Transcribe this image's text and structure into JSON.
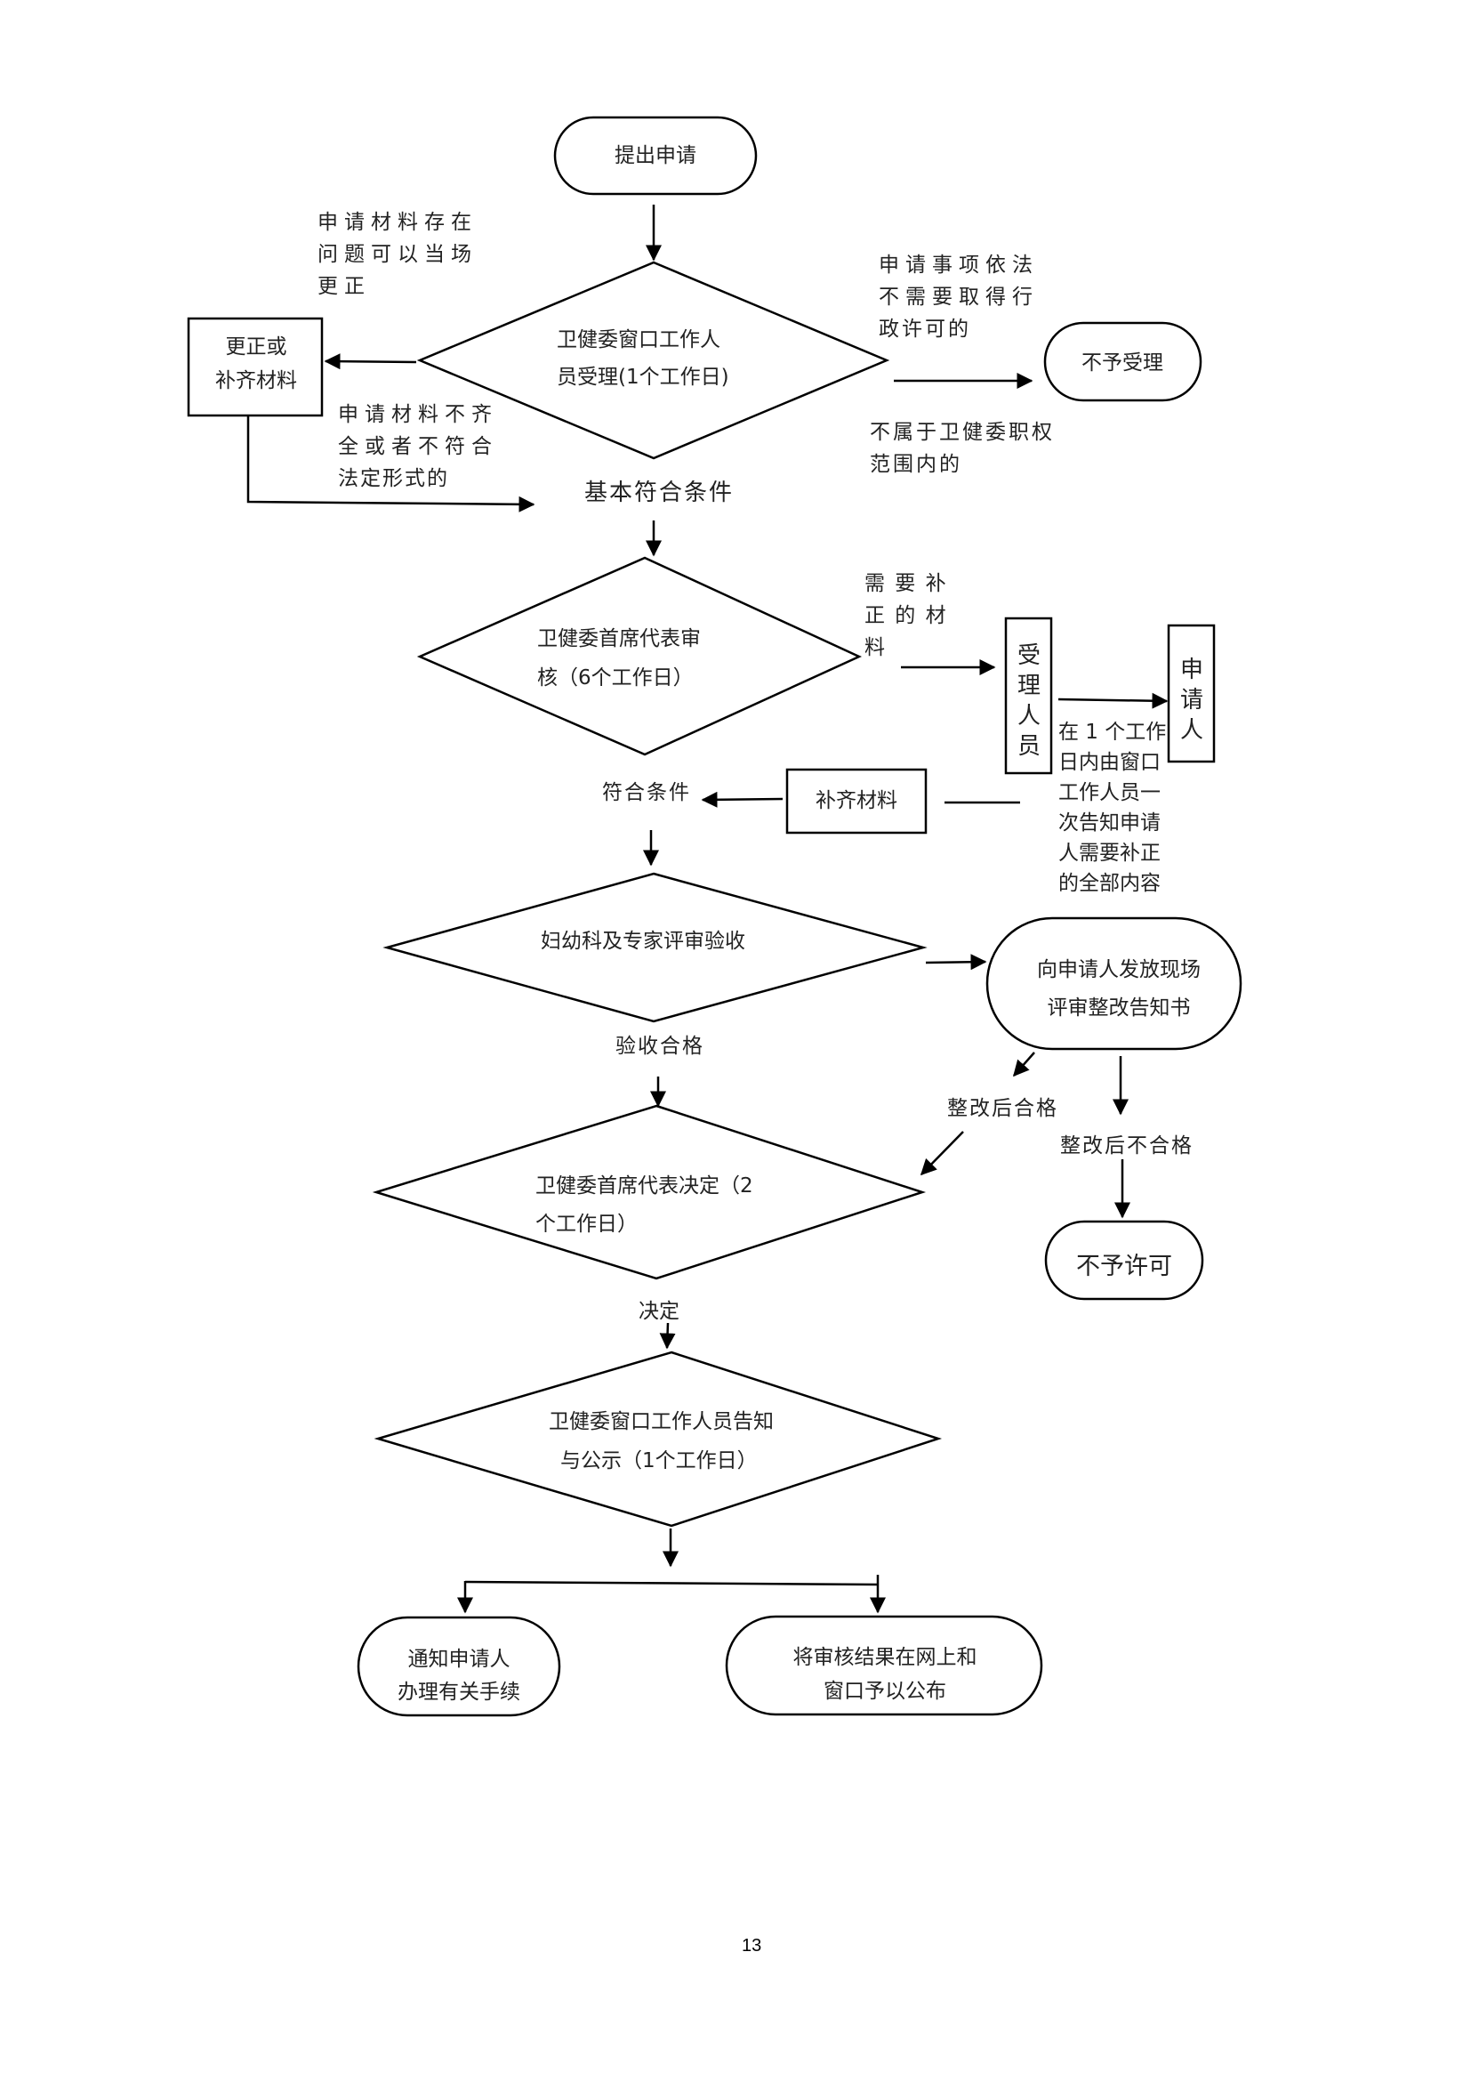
{
  "flowchart": {
    "nodes": {
      "start": "提出申请",
      "accept_review": [
        "卫健委窗口工作人",
        "员受理(1个工作日)"
      ],
      "correct_box": [
        "更正或",
        "补齐材料"
      ],
      "reject_accept": "不予受理",
      "chief_review": [
        "卫健委首席代表审",
        "核（6个工作日）"
      ],
      "staff_box": [
        "受",
        "理",
        "人",
        "员"
      ],
      "applicant_box": [
        "申",
        "请",
        "人"
      ],
      "supplement_box": "补齐材料",
      "expert_review": "妇幼科及专家评审验收",
      "rectify_notice": [
        "向申请人发放现场",
        "评审整改告知书"
      ],
      "reject_permit": "不予许可",
      "chief_decision": [
        "卫健委首席代表决定（2",
        "个工作日）"
      ],
      "notify_publish": [
        "卫健委窗口工作人员告知",
        "与公示（1个工作日）"
      ],
      "notify_applicant": [
        "通知申请人",
        "办理有关手续"
      ],
      "publish_result": [
        "将审核结果在网上和",
        "窗口予以公布"
      ]
    },
    "labels": {
      "onsite_correct": [
        "申请材料存在",
        "问题可以当场",
        "更正"
      ],
      "incomplete": [
        "申请材料不齐",
        "全或者不符合",
        "法定形式的"
      ],
      "no_permit_needed": [
        "申请事项依法",
        "不需要取得行",
        "政许可的"
      ],
      "out_of_scope": [
        "不属于卫健委职权",
        "范围内的"
      ],
      "basic_ok": "基本符合条件",
      "need_supplement": [
        "需 要 补",
        "正 的 材",
        "料"
      ],
      "notify_within": [
        "在 1 个工作",
        "日内由窗口",
        "工作人员一",
        "次告知申请",
        "人需要补正",
        "的全部内容"
      ],
      "meets_conditions": "符合条件",
      "passed": "验收合格",
      "rectified_ok": "整改后合格",
      "rectified_fail": "整改后不合格",
      "decision": "决定"
    }
  },
  "footer": {
    "page_number": "13"
  }
}
